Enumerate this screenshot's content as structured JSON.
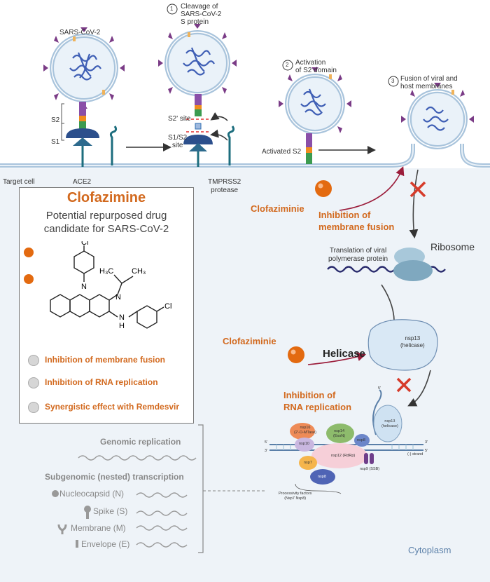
{
  "virus": {
    "label": "SARS-CoV-2",
    "s2": "S2",
    "s1": "S1",
    "ace2": "ACE2",
    "target_cell": "Target cell"
  },
  "steps": [
    {
      "num": "1",
      "line1": "Cleavage of",
      "line2": "SARS-CoV-2",
      "line3": "S protein"
    },
    {
      "num": "2",
      "line1": "Activation",
      "line2": "of S2 domain"
    },
    {
      "num": "3",
      "line1": "Fusion of viral and",
      "line2": "host membranes"
    }
  ],
  "sites": {
    "s2prime": "S2' site",
    "s1s2_line1": "S1/S2",
    "s1s2_line2": "site"
  },
  "tmprss2": {
    "line1": "TMPRSS2",
    "line2": "protease"
  },
  "activated_s2": "Activated S2",
  "panel": {
    "title": "Clofazimine",
    "subtitle_line1": "Potential repurposed drug",
    "subtitle_line2": "candidate for SARS-CoV-2",
    "structure": {
      "cl_top": "Cl",
      "cl_right": "Cl",
      "n_ring": "N",
      "n_imine": "N",
      "nh": "N",
      "h": "H",
      "h3c": "H₃C",
      "ch3": "CH₃"
    },
    "effects": [
      "Inhibition of membrane fusion",
      "Inhibition of RNA replication",
      "Synergistic effect with Remdesvir"
    ]
  },
  "drug_label": "Clofaziminie",
  "inhibition_fusion": {
    "line1": "Inhibition of",
    "line2": "membrane fusion"
  },
  "inhibition_rna": {
    "line1": "Inhibition of",
    "line2": "RNA replication"
  },
  "ribosome": "Ribosome",
  "translation": {
    "line1": "Translation of viral",
    "line2": "polymerase protein"
  },
  "helicase": "Helicase",
  "nsp13": {
    "line1": "nsp13",
    "line2": "(helicase)"
  },
  "complex": {
    "nsp16": "nsp16",
    "nsp16_sub": "(2'-O-MTase)",
    "nsp14": "nsp14",
    "nsp14_sub": "(ExoN)",
    "nsp10": "nsp10",
    "nsp8": "nsp8",
    "nsp7": "nsp7",
    "nsp12": "nsp12 (RdRp)",
    "nsp9": "nsp9 (SSB)",
    "nsp8b": "nsp8",
    "nsp13": "nsp13",
    "nsp13_sub": "(helicase)",
    "minus_strand": "(-) strand",
    "five_prime": "5'",
    "three_prime": "3'",
    "processivity_line1": "Processivity factors",
    "processivity_line2": "(Nsp7 Nsp8)"
  },
  "replication": {
    "genomic": "Genomic replication",
    "subgenomic": "Subgenomic (nested) transcription",
    "items": [
      "Nucleocapsid (N)",
      "Spike (S)",
      "Membrane (M)",
      "Envelope (E)"
    ]
  },
  "cytoplasm": "Cytoplasm"
}
